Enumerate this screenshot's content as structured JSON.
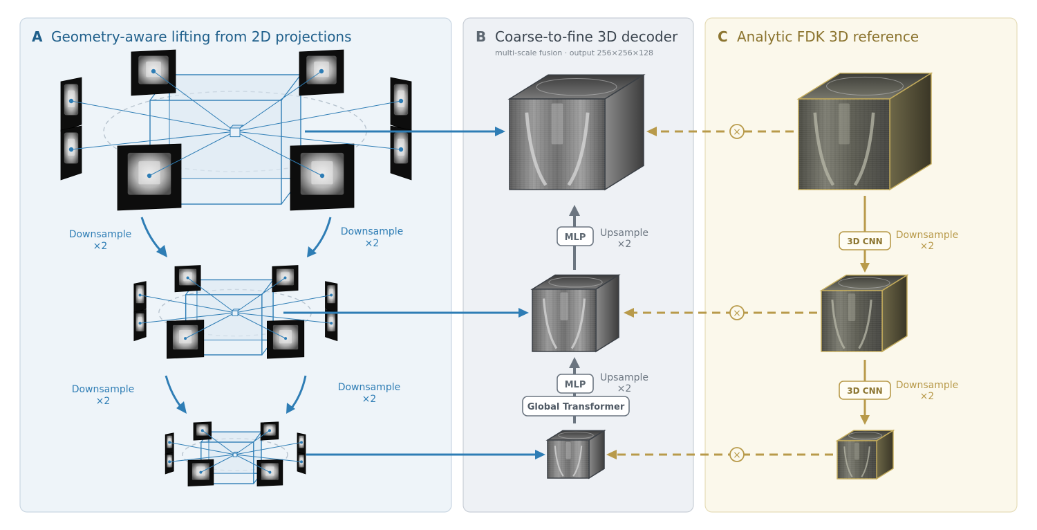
{
  "panel_a": {
    "letter": "A",
    "title": "Geometry-aware lifting from 2D projections"
  },
  "panel_b": {
    "letter": "B",
    "title": "Coarse-to-fine 3D decoder",
    "subtitle": "multi-scale fusion · output 256×256×128"
  },
  "panel_c": {
    "letter": "C",
    "title": "Analytic FDK 3D reference"
  },
  "downsample": {
    "label": "Downsample",
    "factor": "×2"
  },
  "upsample": {
    "label": "Upsample",
    "factor": "×2"
  },
  "mlp_label": "MLP",
  "transformer_label": "Global Transformer",
  "cnn_label": "3D CNN",
  "fusion_symbol": "×",
  "colors": {
    "blue": "#2e7db5",
    "title_blue": "#1f5f8b",
    "gray": "#6b7580",
    "gold": "#b89a4a",
    "title_gold": "#8c7530",
    "panel_a_bg": "#eef4f9",
    "panel_b_bg": "#eef1f5",
    "panel_c_bg": "#fbf8eb"
  },
  "icons": [
    "projection-plate",
    "volume-cube",
    "cube-icon",
    "fusion-multiply-icon",
    "arrow-icon"
  ]
}
